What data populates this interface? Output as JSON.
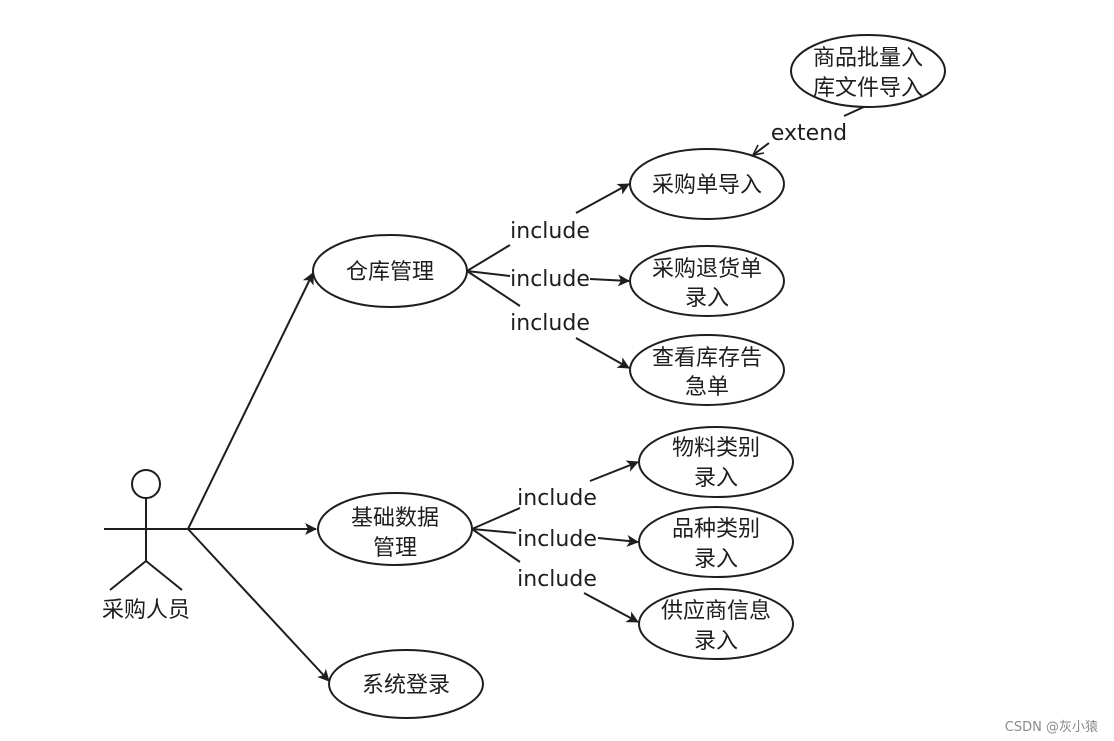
{
  "diagram": {
    "actor": {
      "label": "采购人员"
    },
    "use_cases": {
      "warehouse_mgmt": "仓库管理",
      "basic_data_l1": "基础数据",
      "basic_data_l2": "管理",
      "system_login": "系统登录",
      "po_import": "采购单导入",
      "po_return_l1": "采购退货单",
      "po_return_l2": "录入",
      "stock_alert_l1": "查看库存告",
      "stock_alert_l2": "急单",
      "batch_import_l1": "商品批量入",
      "batch_import_l2": "库文件导入",
      "material_type_l1": "物料类别",
      "material_type_l2": "录入",
      "variety_type_l1": "品种类别",
      "variety_type_l2": "录入",
      "supplier_info_l1": "供应商信息",
      "supplier_info_l2": "录入"
    },
    "relations": {
      "include": "include",
      "extend": "extend"
    }
  },
  "watermark": "CSDN @灰小猿"
}
